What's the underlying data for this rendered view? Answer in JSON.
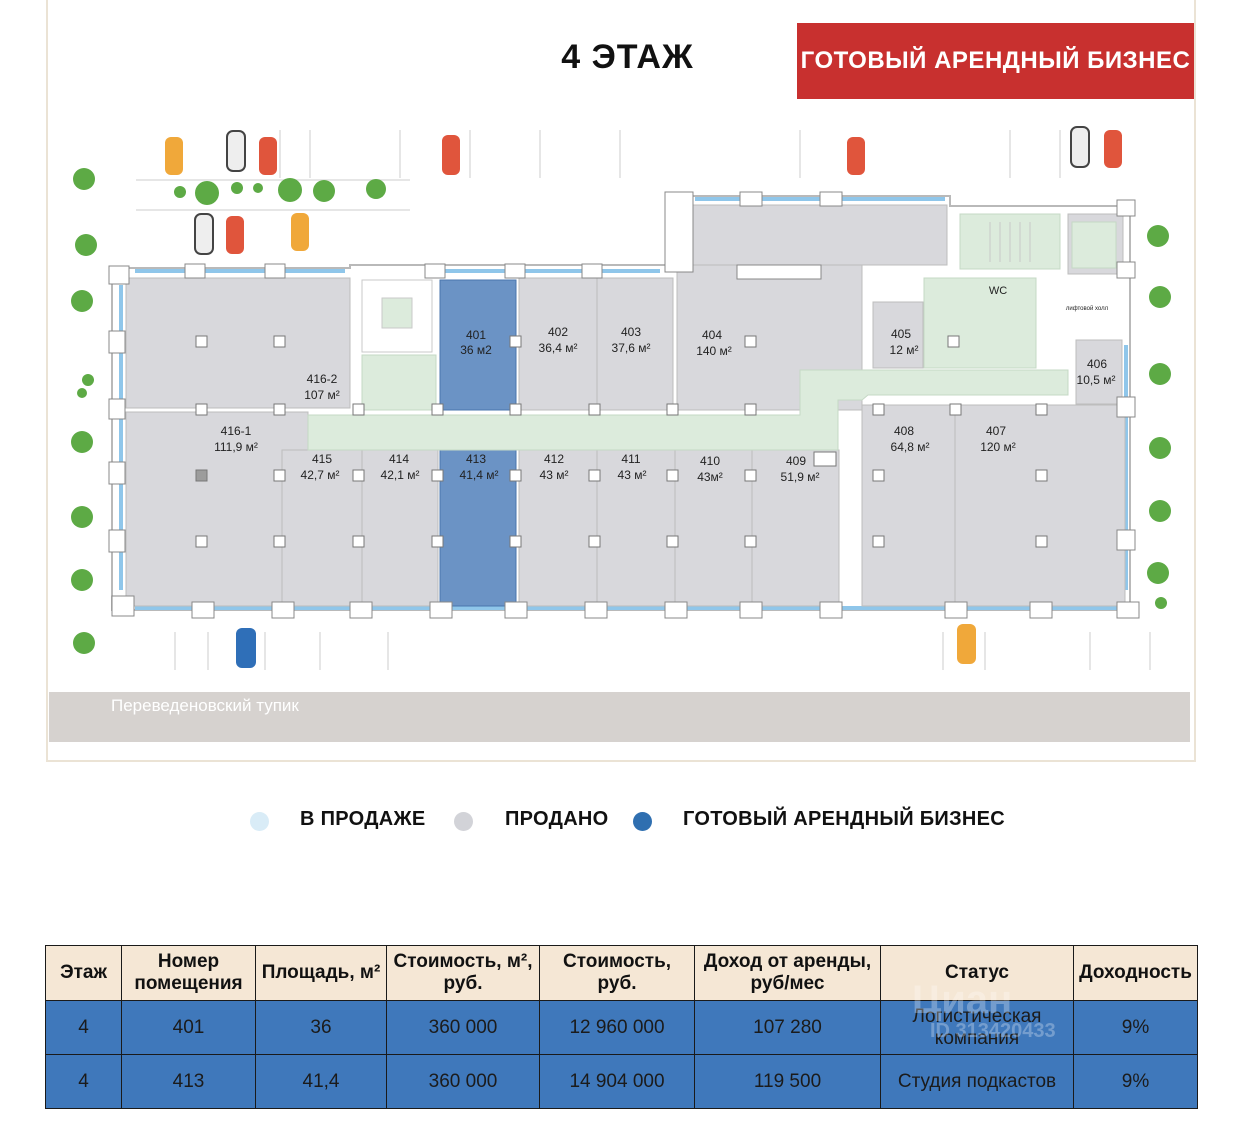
{
  "header": {
    "floor_title": "4 ЭТАЖ",
    "banner": "ГОТОВЫЙ АРЕНДНЫЙ БИЗНЕС"
  },
  "plan": {
    "street_label": "Переведеновский тупик",
    "wc_label": "WC",
    "lift_label": "лифтовой холл",
    "rooms": [
      {
        "num": "416-2",
        "area": "107 м²"
      },
      {
        "num": "416-1",
        "area": "111,9 м²"
      },
      {
        "num": "401",
        "area": "36 м2"
      },
      {
        "num": "402",
        "area": "36,4 м²"
      },
      {
        "num": "403",
        "area": "37,6 м²"
      },
      {
        "num": "404",
        "area": "140 м²"
      },
      {
        "num": "405",
        "area": "12 м²"
      },
      {
        "num": "406",
        "area": "10,5 м²"
      },
      {
        "num": "407",
        "area": "120 м²"
      },
      {
        "num": "408",
        "area": "64,8 м²"
      },
      {
        "num": "409",
        "area": "51,9 м²"
      },
      {
        "num": "410",
        "area": "43м²"
      },
      {
        "num": "411",
        "area": "43 м²"
      },
      {
        "num": "412",
        "area": "43 м²"
      },
      {
        "num": "413",
        "area": "41,4 м²"
      },
      {
        "num": "414",
        "area": "42,1 м²"
      },
      {
        "num": "415",
        "area": "42,7 м²"
      }
    ],
    "colors": {
      "for_sale": "#d9ecf7",
      "sold": "#d8d8dc",
      "rental": "#6b93c5",
      "corridor": "#dcebdc",
      "windows": "#8fc6ea"
    }
  },
  "legend": [
    {
      "label": "В ПРОДАЖЕ",
      "color": "#d9ecf7"
    },
    {
      "label": "ПРОДАНО",
      "color": "#d2d3d8"
    },
    {
      "label": "ГОТОВЫЙ АРЕНДНЫЙ БИЗНЕС",
      "color": "#2f6fb0"
    }
  ],
  "table": {
    "headers": [
      "Этаж",
      "Номер помещения",
      "Площадь, м²",
      "Стоимость, м², руб.",
      "Стоимость, руб.",
      "Доход от аренды, руб/мес",
      "Статус",
      "Доходность"
    ],
    "rows": [
      [
        "4",
        "401",
        "36",
        "360 000",
        "12 960 000",
        "107 280",
        "Логистическая компания",
        "9%"
      ],
      [
        "4",
        "413",
        "41,4",
        "360 000",
        "14 904 000",
        "119 500",
        "Студия подкастов",
        "9%"
      ]
    ]
  },
  "watermark": {
    "brand": "Циан",
    "id": "ID 313420433"
  }
}
